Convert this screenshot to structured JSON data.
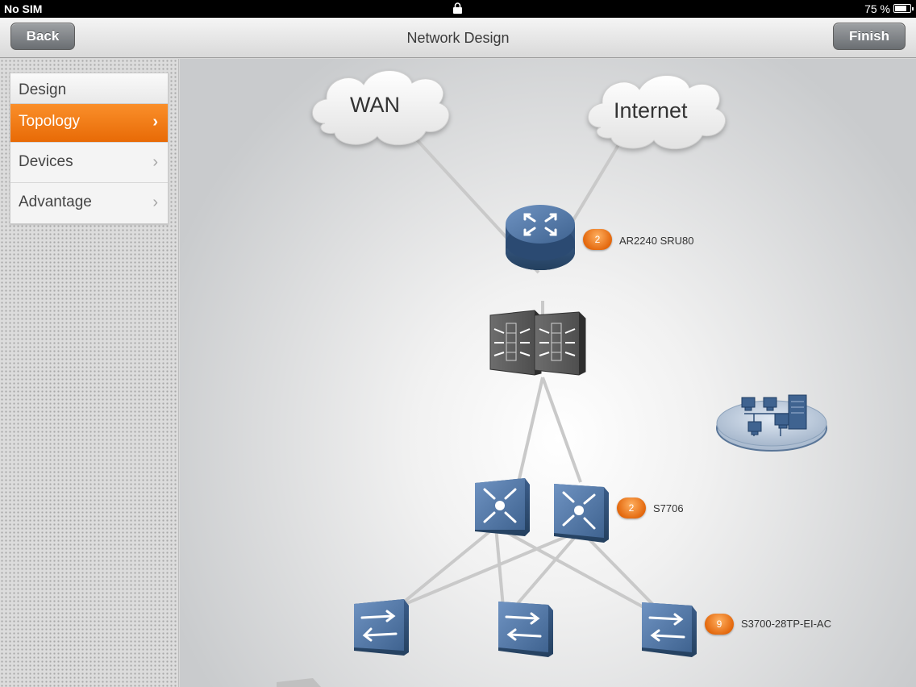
{
  "status_bar": {
    "carrier": "No SIM",
    "battery_text": "75 %",
    "battery_level": 0.75
  },
  "nav": {
    "back_label": "Back",
    "title": "Network Design",
    "finish_label": "Finish"
  },
  "sidebar": {
    "header": "Design",
    "items": [
      {
        "label": "Topology",
        "active": true
      },
      {
        "label": "Devices",
        "active": false
      },
      {
        "label": "Advantage",
        "active": false
      }
    ],
    "chevron": "›"
  },
  "topology": {
    "clouds": [
      {
        "label": "WAN"
      },
      {
        "label": "Internet"
      }
    ],
    "router": {
      "count": "2",
      "model": "AR2240 SRU80"
    },
    "core_switch": {
      "count": "2",
      "model": "S7706"
    },
    "access_switch": {
      "count": "9",
      "model": "S3700-28TP-EI-AC"
    }
  },
  "colors": {
    "accent": "#f07a10",
    "device": "#3f6390"
  }
}
